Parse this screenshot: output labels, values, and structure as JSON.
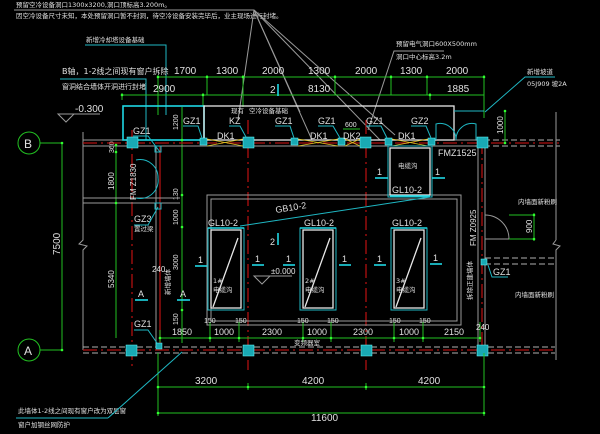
{
  "notes": {
    "top_line1": "预留空冷设备洞口1300x3200,洞口顶标高3.200m。",
    "top_line2": "因空冷设备尺寸未知，本处预留洞口暂不封洞，待空冷设备安装完毕后，业主现场进行封堵。",
    "new_foundation": "新增冷却塔设备基础",
    "b_axis_line1": "B轴，1-2线之间现有窗户拆除",
    "b_axis_line2": "窗洞结合墙体开洞进行封堵",
    "electrical_line1": "预留电气洞口600X500mm",
    "electrical_line2": "洞口中心标高3.2m",
    "new_ramp_line1": "新增坡道",
    "new_ramp_line2": "05J909 坡2A",
    "existing_ac_foundation_1": "现有",
    "existing_ac_foundation_2": "空冷设备基础",
    "bottom_line1": "此墙体1-2线之间现有窗户改为双层窗",
    "bottom_line2": "窗户加钢丝网防护",
    "inner_wall_1": "内墙面新粉刷",
    "inner_wall_2": "内墙面新粉刷",
    "remove_wall": "拆除正建墙体",
    "new_wall": "新增墙体",
    "cable_trench_1": "1#\n电缆沟",
    "cable_trench_1a": "1#",
    "cable_trench_1b": "电缆沟",
    "cable_trench_2a": "2#",
    "cable_trench_2b": "电缆沟",
    "cable_trench_3a": "3#",
    "cable_trench_3b": "电缆沟",
    "cable_trench_top": "电缆沟",
    "cabinet": "变频器室",
    "fire_beam": "置过梁"
  },
  "axes": {
    "b": "B",
    "a": "A"
  },
  "levels": {
    "outside": "-0.300",
    "floor": "±0.000"
  },
  "dimensions": {
    "top_row1": [
      "1700",
      "1300",
      "2000",
      "1300",
      "2000",
      "1300",
      "2000"
    ],
    "top_row2": [
      "2900",
      "8130",
      "1885"
    ],
    "top_misc": "2",
    "left_total": "7500",
    "left_1800": "1800",
    "left_5340": "5340",
    "left_360": "360",
    "left_1200": "1200",
    "left_130": "130",
    "left_1000": "1000",
    "left_3000": "3000",
    "left_150": "150",
    "right_1000": "1000",
    "right_900": "900",
    "dk_600": "600",
    "bottom_row1": [
      "1850",
      "1000",
      "2300",
      "1000",
      "2300",
      "1000",
      "2150"
    ],
    "bottom_150": "150",
    "bottom_240": "240",
    "mid_240": "240",
    "bottom_row2": [
      "3200",
      "4200",
      "4200"
    ],
    "bottom_total": "11600"
  },
  "labels": {
    "gz1": "GZ1",
    "gz2": "GZ2",
    "gz3": "GZ3",
    "kz": "KZ",
    "dk1": "DK1",
    "dk2": "DK2",
    "gl10": "GL10-2",
    "gb10": "GB10-2",
    "fmz1525": "FMZ1525",
    "fmz0925": "FM Z0925",
    "fmz1830": "FM Z1830",
    "sec1": "1",
    "sec2": "2",
    "secA": "A"
  }
}
